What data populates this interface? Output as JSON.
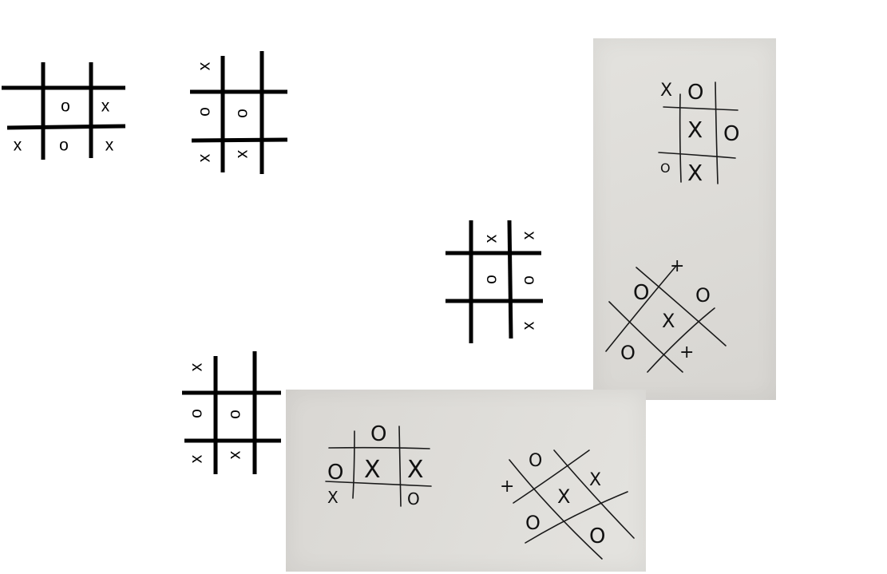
{
  "boards": [
    {
      "id": "board-1",
      "cells": {
        "c1": "o",
        "c2": "x",
        "c3": "x",
        "c4": "o",
        "c5": "x"
      }
    },
    {
      "id": "board-2",
      "cells": {
        "c1": "x",
        "c2": "o",
        "c3": "o",
        "c4": "x",
        "c5": "x"
      }
    },
    {
      "id": "board-3",
      "cells": {
        "c1": "x",
        "c2": "x",
        "c3": "o",
        "c4": "o",
        "c5": "x"
      }
    },
    {
      "id": "board-4",
      "cells": {
        "c1": "x",
        "c2": "o",
        "c3": "o",
        "c4": "x",
        "c5": "x"
      }
    }
  ],
  "photos": {
    "vertical": {
      "top": {
        "c1": "X",
        "c2": "O",
        "c3": "X",
        "c4": "O",
        "c5": "O",
        "c6": "X"
      },
      "bottom": {
        "c1": "+",
        "c2": "O",
        "c3": "O",
        "c4": "X",
        "c5": "O",
        "c6": "+"
      }
    },
    "horizontal": {
      "left": {
        "c1": "O",
        "c2": "O",
        "c3": "X",
        "c4": "X",
        "c5": "X",
        "c6": "O"
      },
      "right": {
        "c1": "O",
        "c2": "+",
        "c3": "X",
        "c4": "X",
        "c5": "O",
        "c6": "O"
      }
    }
  }
}
